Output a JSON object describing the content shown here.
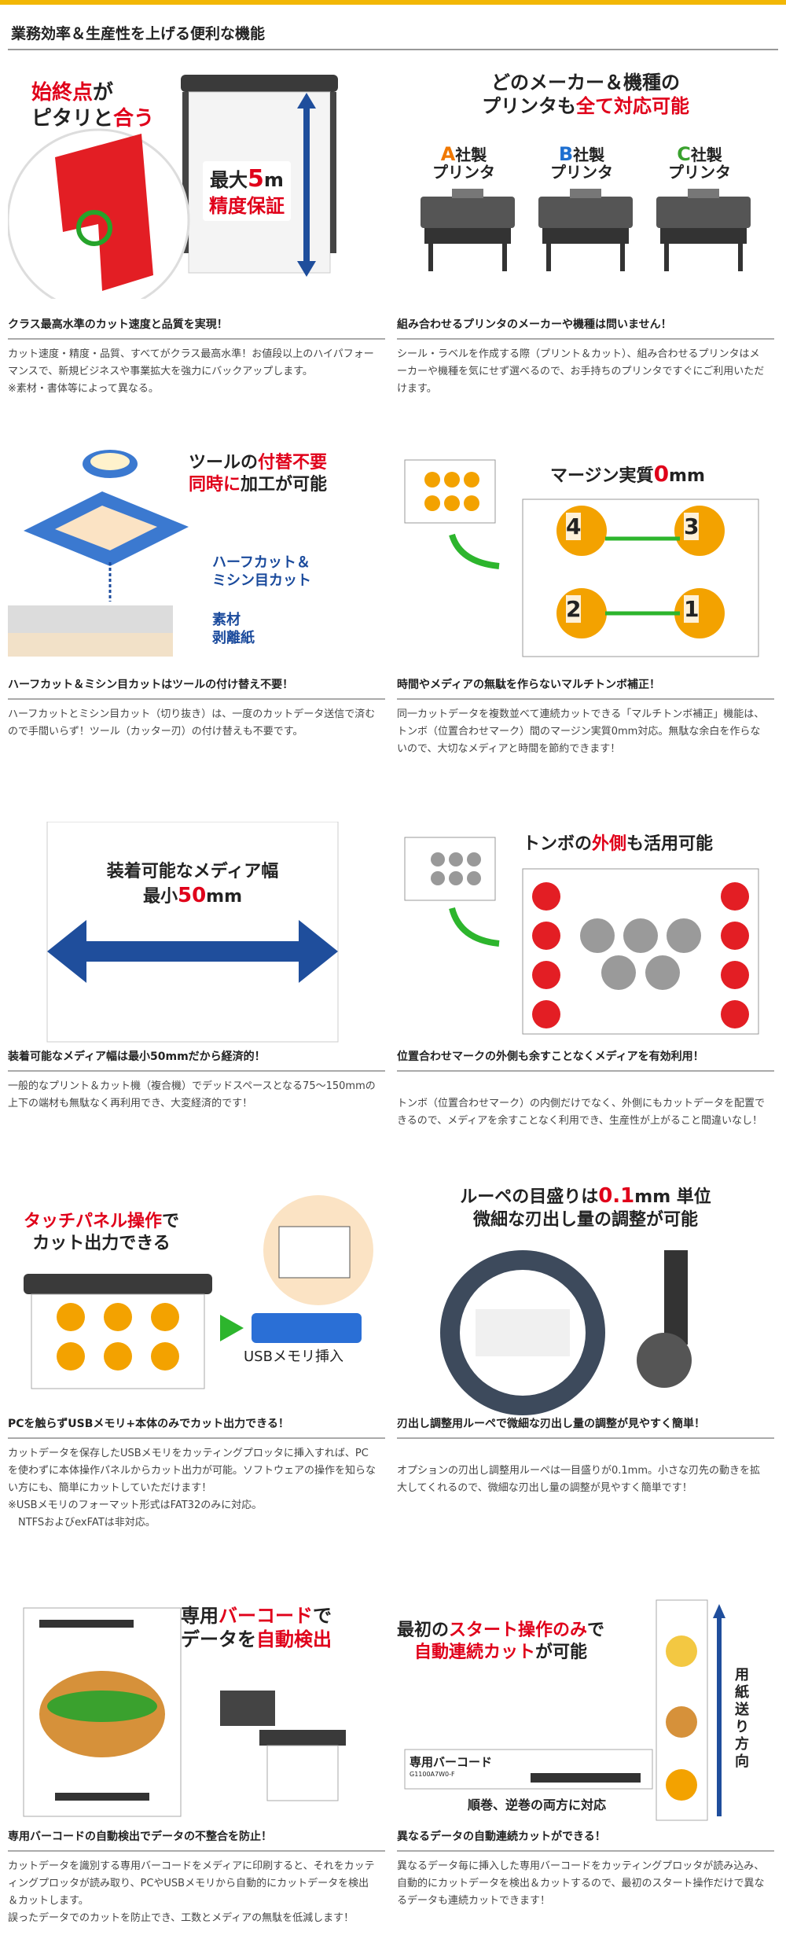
{
  "header": {
    "title": "業務効率＆生産性を上げる便利な機能"
  },
  "features": [
    {
      "headline_a": "始終点",
      "headline_b": "が",
      "headline_c": "ピタリと",
      "headline_d": "合う",
      "badge_a": "最大",
      "badge_b": "5",
      "badge_c": "m",
      "badge_d": "精度保証",
      "caption": "クラス最高水準のカット速度と品質を実現！",
      "body": "カット速度・精度・品質、すべてがクラス最高水準！お値段以上のハイパフォーマンスで、新規ビジネスや事業拡大を強力にバックアップします。\n※素材・書体等によって異なる。"
    },
    {
      "headline_a": "どのメーカー＆機種の",
      "headline_b": "プリンタも",
      "headline_c": "全て対応可能",
      "printers": [
        {
          "letter": "A",
          "label1": "社製",
          "label2": "プリンタ",
          "color": "#f07800"
        },
        {
          "letter": "B",
          "label1": "社製",
          "label2": "プリンタ",
          "color": "#1e6fd0"
        },
        {
          "letter": "C",
          "label1": "社製",
          "label2": "プリンタ",
          "color": "#3aa12e"
        }
      ],
      "caption": "組み合わせるプリンタのメーカーや機種は問いません！",
      "body": "シール・ラベルを作成する際（プリント＆カット）、組み合わせるプリンタはメーカーや機種を気にせず選べるので、お手持ちのプリンタですぐにご利用いただけます。"
    },
    {
      "headline_a": "ツールの",
      "headline_b": "付替不要",
      "headline_c": "同時に",
      "headline_d": "加工が可能",
      "label_cut1": "ハーフカット＆",
      "label_cut2": "ミシン目カット",
      "label_material": "素材",
      "label_liner": "剥離紙",
      "caption": "ハーフカット＆ミシン目カットはツールの付け替え不要！",
      "body": "ハーフカットとミシン目カット（切り抜き）は、一度のカットデータ送信で済むので手間いらず！ツール（カッター刃）の付け替えも不要です。"
    },
    {
      "headline_a": "マージン実質",
      "headline_b": "0",
      "headline_c": "mm",
      "nums": [
        "4",
        "3",
        "2",
        "1"
      ],
      "caption": "時間やメディアの無駄を作らないマルチトンボ補正！",
      "body": "同一カットデータを複数並べて連続カットできる「マルチトンボ補正」機能は、トンボ（位置合わせマーク）間のマージン実質0mm対応。無駄な余白を作らないので、大切なメディアと時間を節約できます！"
    },
    {
      "headline_a": "装着可能なメディア幅",
      "headline_b": "最小",
      "headline_c": "50",
      "headline_d": "mm",
      "caption": "装着可能なメディア幅は最小50mmだから経済的！",
      "body": "一般的なプリント＆カット機（複合機）でデッドスペースとなる75〜150mmの上下の端材も無駄なく再利用でき、大変経済的です！"
    },
    {
      "headline_a": "トンボの",
      "headline_b": "外側",
      "headline_c": "も活用可能",
      "caption": "位置合わせマークの外側も余すことなくメディアを有効利用！",
      "body": "トンボ（位置合わせマーク）の内側だけでなく、外側にもカットデータを配置できるので、メディアを余すことなく利用でき、生産性が上がること間違いなし！"
    },
    {
      "headline_a": "タッチパネル操作",
      "headline_b": "で",
      "headline_c": "カット出力できる",
      "usb_label": "USBメモリ挿入",
      "caption": "PCを触らずUSBメモリ+本体のみでカット出力できる！",
      "body": "カットデータを保存したUSBメモリをカッティングプロッタに挿入すれば、PCを使わずに本体操作パネルからカット出力が可能。ソフトウェアの操作を知らない方にも、簡単にカットしていただけます！\n※USBメモリのフォーマット形式はFAT32のみに対応。\n　NTFSおよびexFATは非対応。"
    },
    {
      "headline_a": "ルーペの目盛りは",
      "headline_b": "0.1",
      "headline_c": "mm 単位",
      "headline_d": "微細な刃出し量の調整が可能",
      "caption": "刃出し調整用ルーペで微細な刃出し量の調整が見やすく簡単！",
      "body": "オプションの刃出し調整用ルーペは一目盛りが0.1mm。小さな刃先の動きを拡大してくれるので、微細な刃出し量の調整が見やすく簡単です！"
    },
    {
      "headline_a": "専用",
      "headline_b": "バーコード",
      "headline_c": "で",
      "headline_d": "データを",
      "headline_e": "自動検出",
      "caption": "専用バーコードの自動検出でデータの不整合を防止！",
      "body": "カットデータを識別する専用バーコードをメディアに印刷すると、それをカッティングプロッタが読み取り、PCやUSBメモリから自動的にカットデータを検出＆カットします。\n誤ったデータでのカットを防止でき、工数とメディアの無駄を低減します！"
    },
    {
      "headline_a": "最初の",
      "headline_b": "スタート操作のみ",
      "headline_c": "で",
      "headline_d": "自動連続カット",
      "headline_e": "が可能",
      "barcode_label": "専用バーコード",
      "barcode_code": "G1100A7W0-F",
      "roll_label": "順巻、逆巻の両方に対応",
      "feed_label": "用紙送り方向",
      "caption": "異なるデータの自動連続カットができる！",
      "body": "異なるデータ毎に挿入した専用バーコードをカッティングプロッタが読み込み、自動的にカットデータを検出＆カットするので、最初のスタート操作だけで異なるデータも連続カットできます！"
    }
  ]
}
